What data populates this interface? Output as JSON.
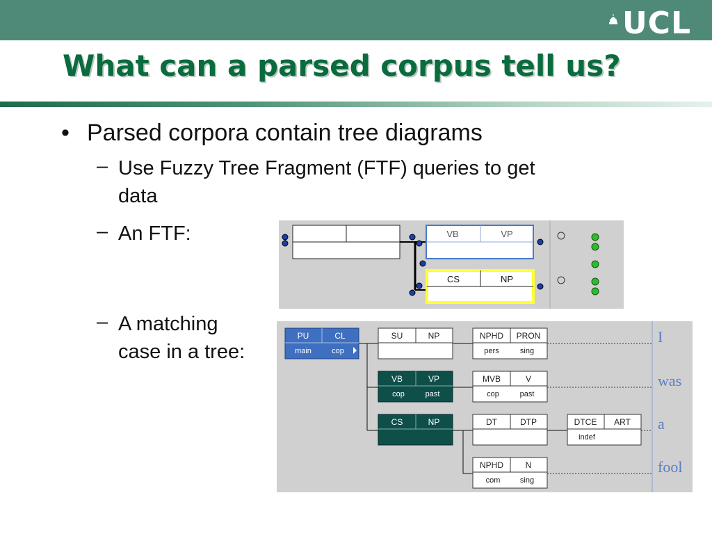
{
  "header": {
    "logo_text": "UCL",
    "title": "What can a parsed corpus tell us?"
  },
  "content": {
    "bullet": "Parsed corpora contain tree diagrams",
    "dash": "–",
    "sub1_line1": "Use Fuzzy Tree Fragment (FTF) queries to get",
    "sub1_line2": "data",
    "sub2": "An FTF:",
    "sub3_line1": "A matching",
    "sub3_line2": "case in a tree:"
  },
  "ftf": {
    "node_vb": {
      "fn": "VB",
      "cat": "VP"
    },
    "node_cs": {
      "fn": "CS",
      "cat": "NP"
    }
  },
  "tree": {
    "root": {
      "fn": "PU",
      "cat": "CL",
      "f1": "main",
      "f2": "cop"
    },
    "su": {
      "fn": "SU",
      "cat": "NP"
    },
    "npsubj": {
      "fn": "NPHD",
      "cat": "PRON",
      "f1": "pers",
      "f2": "sing"
    },
    "vb": {
      "fn": "VB",
      "cat": "VP",
      "f1": "cop",
      "f2": "past"
    },
    "mvb": {
      "fn": "MVB",
      "cat": "V",
      "f1": "cop",
      "f2": "past"
    },
    "cs": {
      "fn": "CS",
      "cat": "NP"
    },
    "dt": {
      "fn": "DT",
      "cat": "DTP"
    },
    "dtce": {
      "fn": "DTCE",
      "cat": "ART",
      "f1": "indef"
    },
    "nphd": {
      "fn": "NPHD",
      "cat": "N",
      "f1": "com",
      "f2": "sing"
    },
    "words": [
      "I",
      "was",
      "a",
      "fool"
    ]
  },
  "colors": {
    "header_green": "#4f8a78",
    "title_green": "#0a6b3e",
    "node_blue": "#3f6fc0",
    "node_teal": "#0e4f4a",
    "ftf_highlight_yellow": "#ffff33",
    "word_blue": "#5b7cc4"
  }
}
